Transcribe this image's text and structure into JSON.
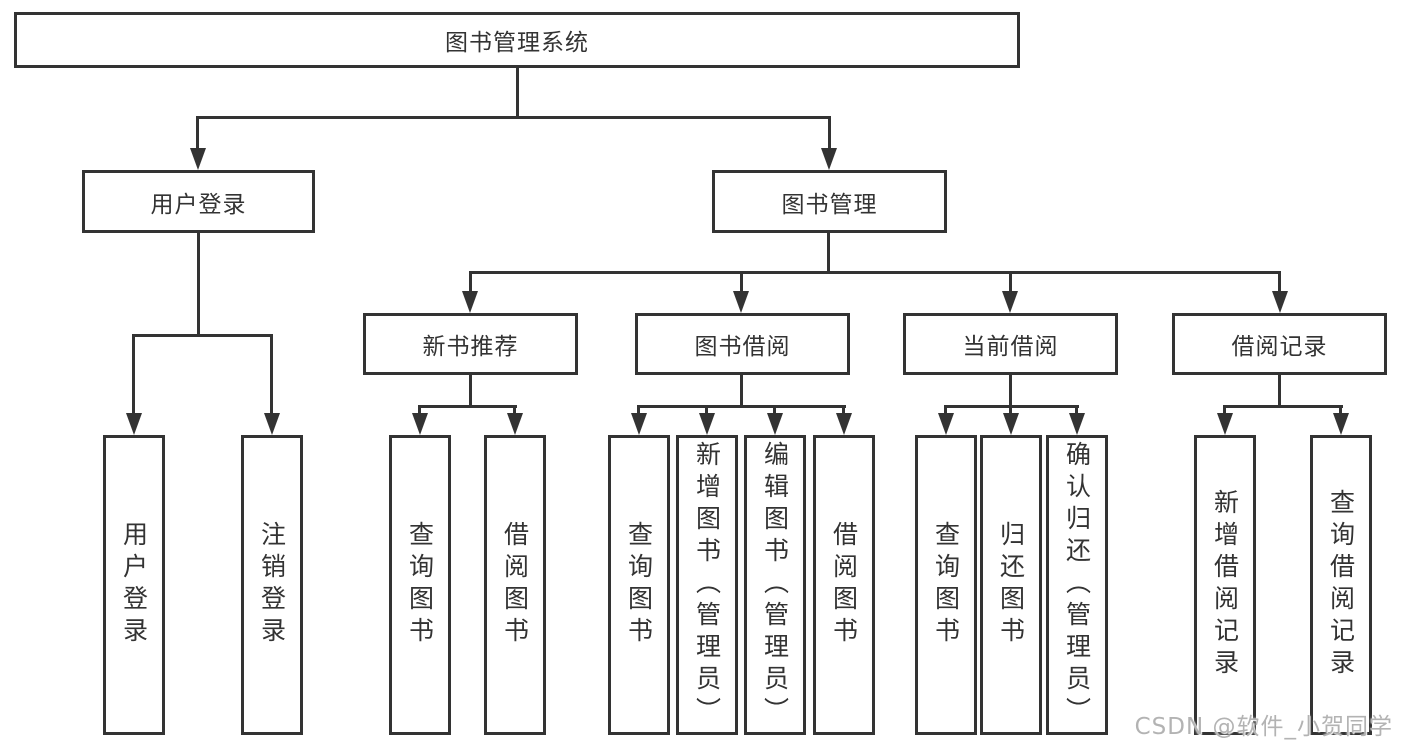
{
  "tree": {
    "root": "图书管理系统",
    "branches": [
      {
        "label": "用户登录",
        "children": [
          "用户登录",
          "注销登录"
        ]
      },
      {
        "label": "图书管理",
        "groups": [
          {
            "label": "新书推荐",
            "children": [
              "查询图书",
              "借阅图书"
            ]
          },
          {
            "label": "图书借阅",
            "children": [
              "查询图书",
              "新增图书（管理员）",
              "编辑图书（管理员）",
              "借阅图书"
            ]
          },
          {
            "label": "当前借阅",
            "children": [
              "查询图书",
              "归还图书",
              "确认归还（管理员）"
            ]
          },
          {
            "label": "借阅记录",
            "children": [
              "新增借阅记录",
              "查询借阅记录"
            ]
          }
        ]
      }
    ]
  },
  "watermark": {
    "text": "CSDN @软件_小贺同学"
  },
  "colors": {
    "line": "#333333",
    "text": "#333333",
    "watermark": "#b3b3b3",
    "background": "#ffffff"
  }
}
